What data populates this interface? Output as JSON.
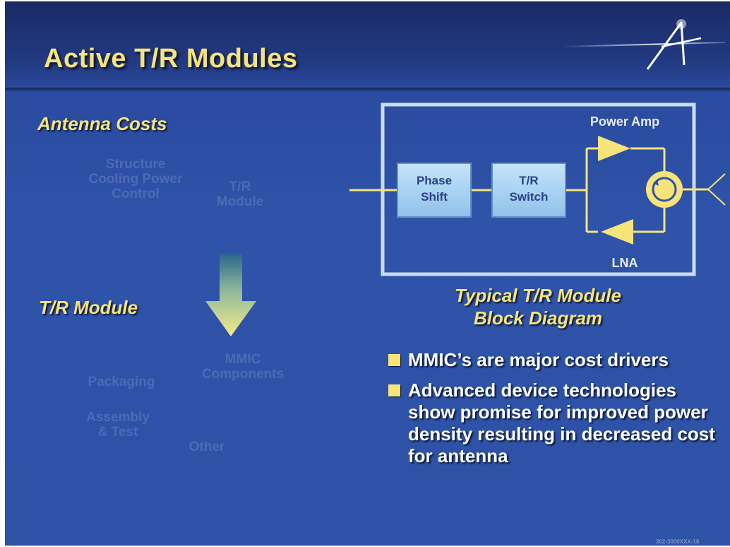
{
  "title": "Active T/R Modules",
  "left": {
    "antenna_costs_heading": "Antenna Costs",
    "antenna_costs_items": {
      "structure": [
        "Structure",
        "Cooling Power",
        "Control"
      ],
      "tr_module": [
        "T/R",
        "Module"
      ]
    },
    "tr_module_heading": "T/R Module",
    "tr_module_items": {
      "mmic": [
        "MMIC",
        "Components"
      ],
      "packaging": "Packaging",
      "assembly": [
        "Assembly",
        "& Test"
      ],
      "other": "Other"
    }
  },
  "diagram": {
    "phase_shift": [
      "Phase",
      "Shift"
    ],
    "tr_switch": [
      "T/R",
      "Switch"
    ],
    "power_amp": "Power Amp",
    "lna": "LNA",
    "caption": [
      "Typical T/R Module",
      "Block Diagram"
    ]
  },
  "bullets": [
    "MMIC’s are major cost drivers",
    "Advanced device technologies show promise for improved power density resulting in decreased cost for antenna"
  ],
  "footer_code": "302-3000XXX-18",
  "colors": {
    "accent_yellow": "#f6e47a",
    "background_blue": "#2d52a6",
    "block_fill": "#a9d2f2",
    "ghost_text": "#4d6bb4"
  }
}
